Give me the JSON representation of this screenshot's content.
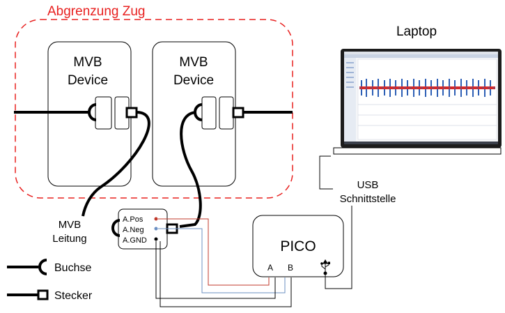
{
  "zone_label": "Abgrenzung Zug",
  "device1": {
    "line1": "MVB",
    "line2": "Device"
  },
  "device2": {
    "line1": "MVB",
    "line2": "Device"
  },
  "laptop_label": "Laptop",
  "usb_label": {
    "line1": "USB",
    "line2": "Schnittstelle"
  },
  "mvb_cable_label": {
    "line1": "MVB",
    "line2": "Leitung"
  },
  "adapter": {
    "pos": "A.Pos",
    "neg": "A.Neg",
    "gnd": "A.GND"
  },
  "pico": {
    "title": "PICO",
    "port_a": "A",
    "port_b": "B",
    "usb_symbol": "usb-icon"
  },
  "legend": {
    "socket": "Buchse",
    "plug": "Stecker"
  },
  "colors": {
    "zone": "#e8201f",
    "pos": "#c0392b",
    "neg": "#6b8fc2",
    "gnd": "#000000"
  }
}
